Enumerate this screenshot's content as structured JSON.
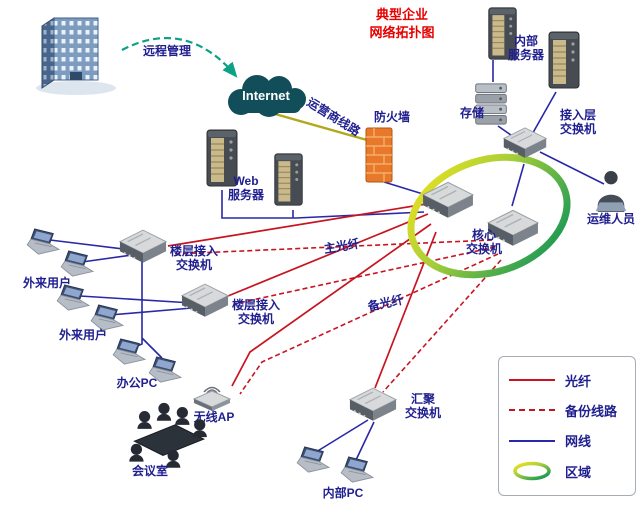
{
  "title": "典型企业\n网络拓扑图",
  "nodes": {
    "remote_mgmt": "远程管理",
    "internet": "Internet",
    "carrier_line": "运营商线路",
    "firewall": "防火墙",
    "web_server": "Web\n服务器",
    "internal_server": "内部\n服务器",
    "storage": "存储",
    "access_switch": "接入层\n交换机",
    "ops_staff": "运维人员",
    "core_switch": "核心\n交换机",
    "main_fiber": "主光纤",
    "backup_fiber": "备光纤",
    "floor_switch_1": "楼层接入\n交换机",
    "floor_switch_2": "楼层接入\n交换机",
    "external_users_1": "外来用户",
    "external_users_2": "外来用户",
    "office_pc": "办公PC",
    "wireless_ap": "无线AP",
    "meeting_room": "会议室",
    "agg_switch": "汇聚\n交换机",
    "internal_pc": "内部PC"
  },
  "legend": {
    "items": [
      {
        "label": "光纤",
        "type": "fiber-solid"
      },
      {
        "label": "备份线路",
        "type": "fiber-dashed"
      },
      {
        "label": "网线",
        "type": "cable-solid"
      },
      {
        "label": "区域",
        "type": "zone-ring"
      }
    ]
  },
  "colors": {
    "fiber": "#c81420",
    "backup_line": "#c81420",
    "network_cable": "#2828a8",
    "carrier_line": "#b3a81d",
    "remote_arrow": "#0aa187",
    "label_text": "#1f1f8f",
    "title_text": "#e60000",
    "firewall_body": "#e8792a",
    "zone_ring_start": "#f4e41c",
    "zone_ring_mid": "#a8cf38",
    "zone_ring_end": "#008f5a"
  }
}
